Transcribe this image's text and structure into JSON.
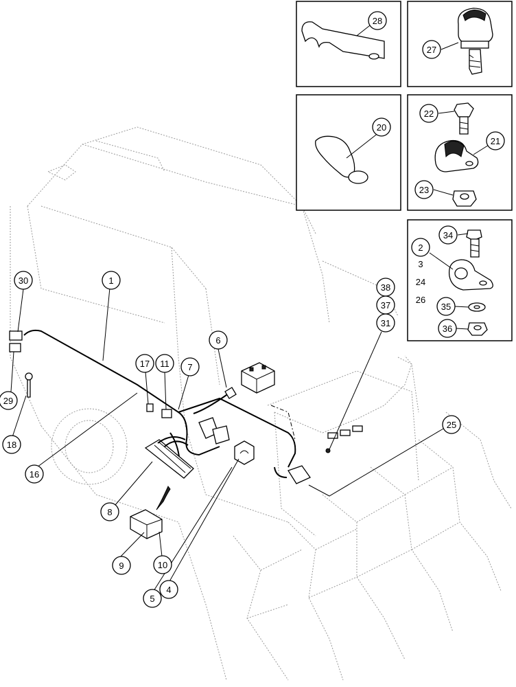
{
  "callouts": [
    {
      "id": "c1",
      "label": "1"
    },
    {
      "id": "c2",
      "label": "2"
    },
    {
      "id": "c3",
      "label": "3"
    },
    {
      "id": "c4",
      "label": "4"
    },
    {
      "id": "c5",
      "label": "5"
    },
    {
      "id": "c6",
      "label": "6"
    },
    {
      "id": "c7",
      "label": "7"
    },
    {
      "id": "c8",
      "label": "8"
    },
    {
      "id": "c9",
      "label": "9"
    },
    {
      "id": "c10",
      "label": "10"
    },
    {
      "id": "c11",
      "label": "11"
    },
    {
      "id": "c16",
      "label": "16"
    },
    {
      "id": "c17",
      "label": "17"
    },
    {
      "id": "c18",
      "label": "18"
    },
    {
      "id": "c20",
      "label": "20"
    },
    {
      "id": "c21",
      "label": "21"
    },
    {
      "id": "c22",
      "label": "22"
    },
    {
      "id": "c23",
      "label": "23"
    },
    {
      "id": "c24",
      "label": "24"
    },
    {
      "id": "c25",
      "label": "25"
    },
    {
      "id": "c26",
      "label": "26"
    },
    {
      "id": "c27",
      "label": "27"
    },
    {
      "id": "c28",
      "label": "28"
    },
    {
      "id": "c29",
      "label": "29"
    },
    {
      "id": "c30",
      "label": "30"
    },
    {
      "id": "c31",
      "label": "31"
    },
    {
      "id": "c34",
      "label": "34"
    },
    {
      "id": "c35",
      "label": "35"
    },
    {
      "id": "c36",
      "label": "36"
    },
    {
      "id": "c37",
      "label": "37"
    },
    {
      "id": "c38",
      "label": "38"
    }
  ],
  "colors": {
    "line": "#000000",
    "machine_outline": "#9a9a9a",
    "background": "#ffffff"
  }
}
